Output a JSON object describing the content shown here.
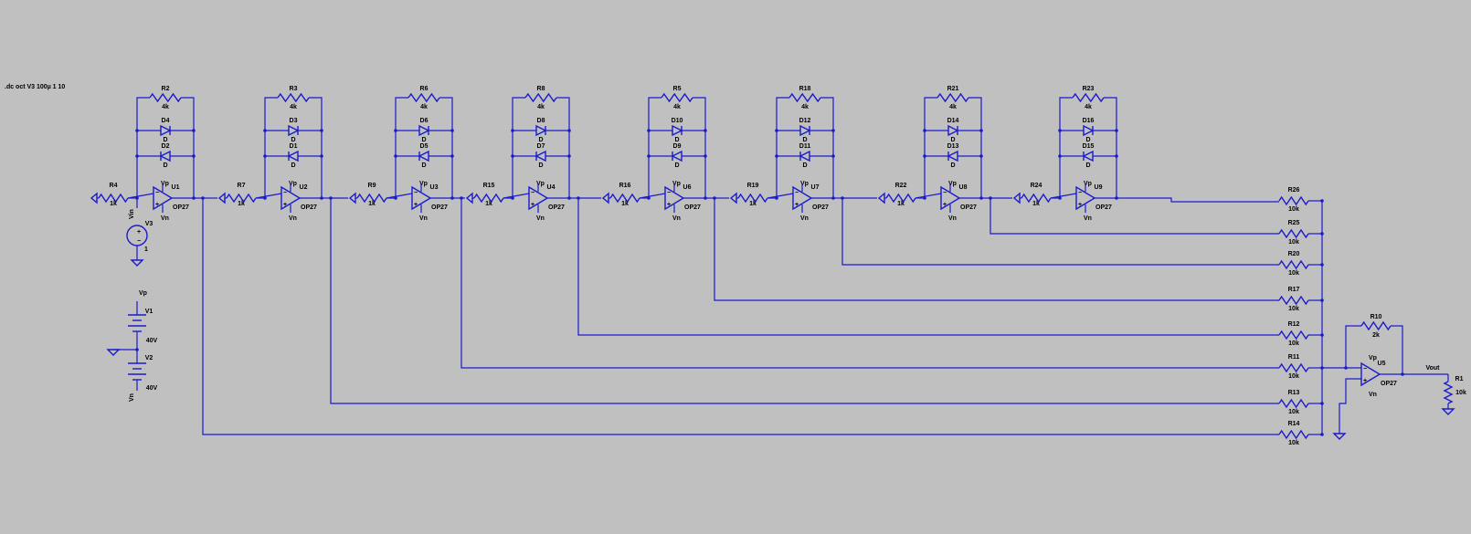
{
  "directive": ".dc oct V3 100µ 1 10",
  "stages": [
    {
      "opamp": "U1",
      "model": "OP27",
      "rin": "R4",
      "rin_val": "1k",
      "rf": "R2",
      "rf_val": "4k",
      "d_top": "D4",
      "d_bot": "D2",
      "d_model": "D"
    },
    {
      "opamp": "U2",
      "model": "OP27",
      "rin": "R7",
      "rin_val": "1k",
      "rf": "R3",
      "rf_val": "4k",
      "d_top": "D3",
      "d_bot": "D1",
      "d_model": "D"
    },
    {
      "opamp": "U3",
      "model": "OP27",
      "rin": "R9",
      "rin_val": "1k",
      "rf": "R6",
      "rf_val": "4k",
      "d_top": "D6",
      "d_bot": "D5",
      "d_model": "D"
    },
    {
      "opamp": "U4",
      "model": "OP27",
      "rin": "R15",
      "rin_val": "1k",
      "rf": "R8",
      "rf_val": "4k",
      "d_top": "D8",
      "d_bot": "D7",
      "d_model": "D"
    },
    {
      "opamp": "U6",
      "model": "OP27",
      "rin": "R16",
      "rin_val": "1k",
      "rf": "R5",
      "rf_val": "4k",
      "d_top": "D10",
      "d_bot": "D9",
      "d_model": "D"
    },
    {
      "opamp": "U7",
      "model": "OP27",
      "rin": "R19",
      "rin_val": "1k",
      "rf": "R18",
      "rf_val": "4k",
      "d_top": "D12",
      "d_bot": "D11",
      "d_model": "D"
    },
    {
      "opamp": "U8",
      "model": "OP27",
      "rin": "R22",
      "rin_val": "1k",
      "rf": "R21",
      "rf_val": "4k",
      "d_top": "D14",
      "d_bot": "D13",
      "d_model": "D"
    },
    {
      "opamp": "U9",
      "model": "OP27",
      "rin": "R24",
      "rin_val": "1k",
      "rf": "R23",
      "rf_val": "4k",
      "d_top": "D16",
      "d_bot": "D15",
      "d_model": "D"
    }
  ],
  "summing": [
    {
      "name": "R26",
      "value": "10k"
    },
    {
      "name": "R25",
      "value": "10k"
    },
    {
      "name": "R20",
      "value": "10k"
    },
    {
      "name": "R17",
      "value": "10k"
    },
    {
      "name": "R12",
      "value": "10k"
    },
    {
      "name": "R11",
      "value": "10k"
    },
    {
      "name": "R13",
      "value": "10k"
    },
    {
      "name": "R14",
      "value": "10k"
    }
  ],
  "supply": {
    "v3": "V3",
    "v3_val": "1",
    "v1": "V1",
    "v1_val": "40V",
    "v2": "V2",
    "v2_val": "40V",
    "vp": "Vp",
    "vn": "Vn",
    "vin": "Vin"
  },
  "output": {
    "opamp": "U5",
    "model": "OP27",
    "rf": "R10",
    "rf_val": "2k",
    "rl": "R1",
    "rl_val": "10k",
    "net": "Vout"
  }
}
